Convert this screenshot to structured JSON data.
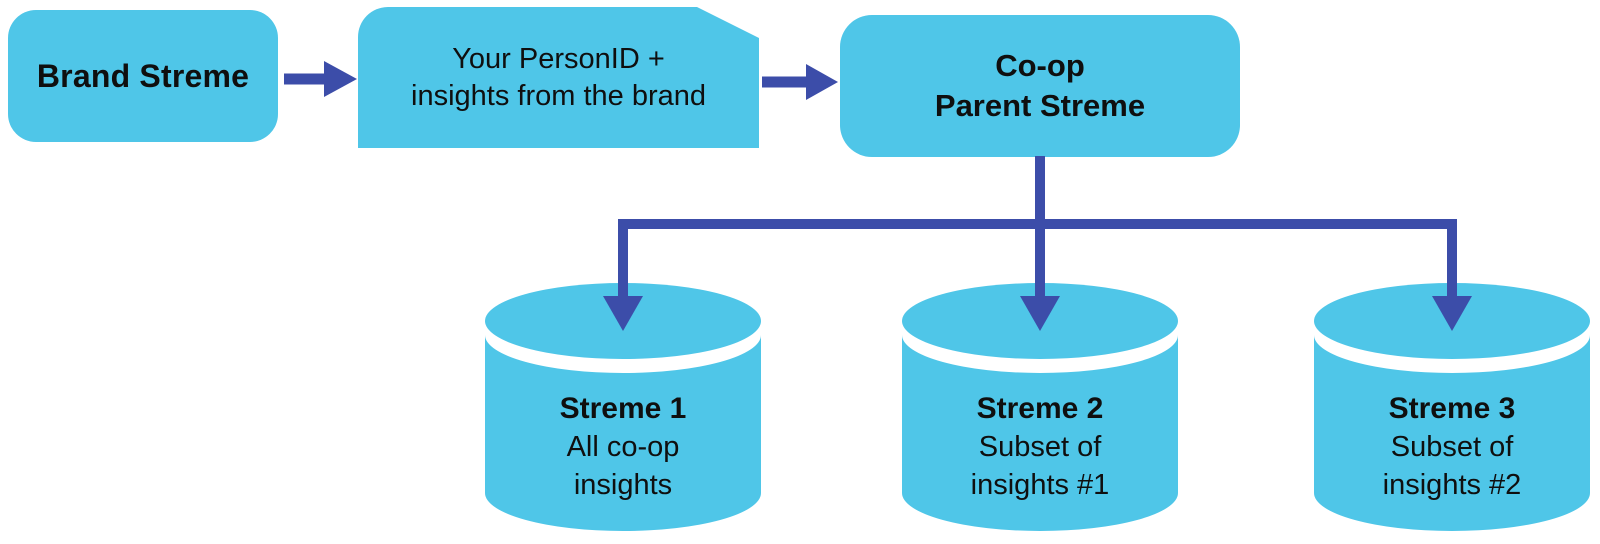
{
  "palette": {
    "shape_fill": "#4FC6E8",
    "connector": "#3C4DA9",
    "text": "#0F0F0F",
    "background": "#FFFFFF"
  },
  "nodes": {
    "brand_streme": {
      "label": "Brand Streme"
    },
    "payload_note": {
      "line1": "Your PersonID +",
      "line2": "insights from the brand"
    },
    "coop_parent": {
      "line1": "Co-op",
      "line2": "Parent Streme"
    },
    "streme1": {
      "title": "Streme 1",
      "line1": "All co-op",
      "line2": "insights"
    },
    "streme2": {
      "title": "Streme 2",
      "line1": "Subset of",
      "line2": "insights #1"
    },
    "streme3": {
      "title": "Streme 3",
      "line1": "Subset of",
      "line2": "insights #2"
    }
  },
  "edges": [
    {
      "from": "Brand Streme",
      "to": "Your PersonID + insights from the brand"
    },
    {
      "from": "Your PersonID + insights from the brand",
      "to": "Co-op Parent Streme"
    },
    {
      "from": "Co-op Parent Streme",
      "to": "Streme 1"
    },
    {
      "from": "Co-op Parent Streme",
      "to": "Streme 2"
    },
    {
      "from": "Co-op Parent Streme",
      "to": "Streme 3"
    }
  ]
}
